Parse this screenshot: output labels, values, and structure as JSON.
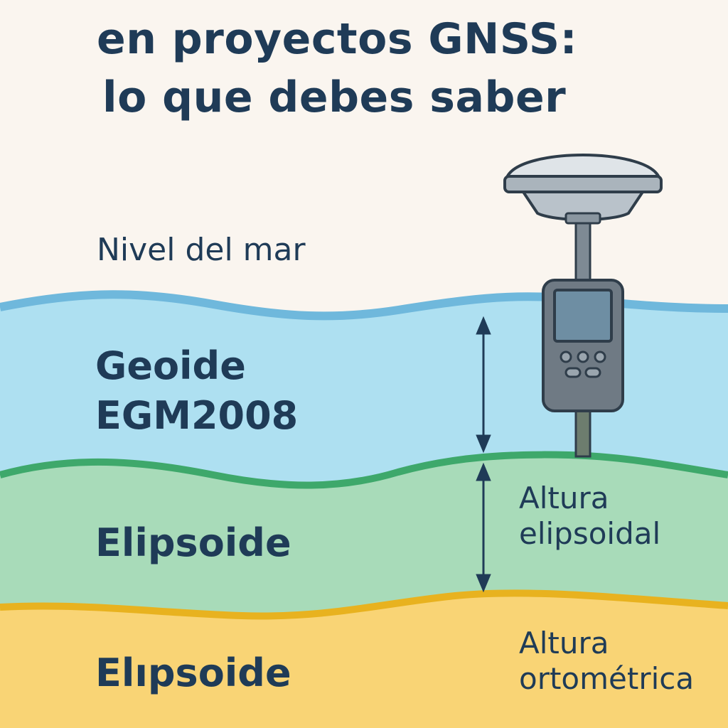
{
  "title": {
    "line1": "en proyectos GNSS:",
    "line2": "lo que debes saber"
  },
  "layers": {
    "sea_level": "Nivel del mar",
    "geoid_line1": "Geoide",
    "geoid_line2": "EGM2008",
    "ellipsoid_1": "Elipsoide",
    "ellipsoid_2": "Elıpsoide"
  },
  "heights": {
    "ellipsoidal_line1": "Altura",
    "ellipsoidal_line2": "elipsoidal",
    "orthometric_line1": "Altura",
    "orthometric_line2": "ortométrica"
  },
  "icons": {
    "receiver": "gnss-receiver-icon",
    "arrows": "double-arrow-icon"
  },
  "colors": {
    "background": "#faf5ef",
    "sea": "#aee0f1",
    "sea_line": "#6fb8dc",
    "geoid": "#a8dbb9",
    "geoid_line": "#3ea86b",
    "ellipsoid": "#f9d475",
    "ellipsoid_line": "#e8b21f",
    "text": "#1f3b57"
  }
}
